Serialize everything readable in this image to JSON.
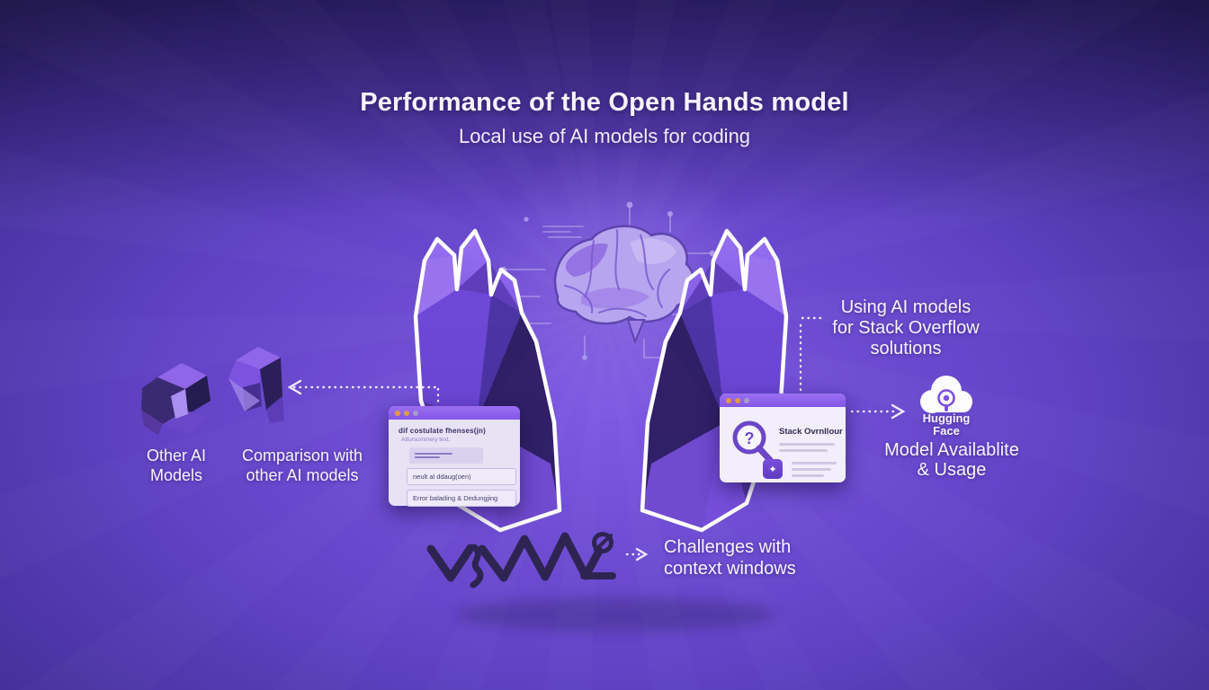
{
  "header": {
    "title": "Performance of the Open Hands model",
    "subtitle": "Local use of AI models for coding"
  },
  "left_section": {
    "other_models_line1": "Other AI",
    "other_models_line2": "Models",
    "comparison_line1": "Comparison with",
    "comparison_line2": "other AI models"
  },
  "code_window": {
    "heading": "dif costulate fhenses(jn)",
    "subheading": "Attursummery text.",
    "row1": "neult al ddaug(oen)",
    "row2": "Error balading & Dedungjing"
  },
  "right_section": {
    "note_line1": "Using AI models",
    "note_line2": "for Stack Overflow",
    "note_line3": "solutions",
    "so_window_title": "Stack Ovrnllour",
    "hf_line1": "Hugging",
    "hf_line2": "Face",
    "availability_line1": "Model Availablite",
    "availability_line2": "& Usage"
  },
  "bottom_section": {
    "challenges_line1": "Challenges with",
    "challenges_line2": "context windows"
  },
  "icons": {
    "question_glyph": "?",
    "tile_glyph": "✦"
  },
  "colors": {
    "background_top": "#221a4e",
    "background_center": "#7d59e2",
    "accent_purple": "#8b5cf6",
    "window_bg": "#e7e2f4",
    "window_header": "#8b5cf6",
    "hand_light": "#9770f2",
    "hand_dark": "#2a1b52",
    "line_ink": "#2e2452",
    "text": "#f6f3ff",
    "header_dot_orange": "#e59c3f"
  }
}
